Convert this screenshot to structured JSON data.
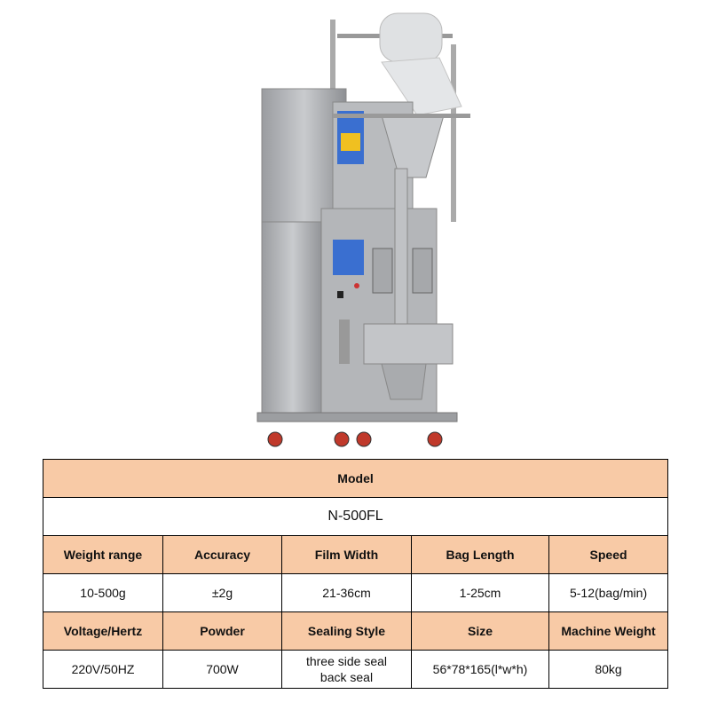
{
  "product": {
    "image_label": "packaging-machine"
  },
  "spec_table": {
    "model_header": "Model",
    "model_value": "N-500FL",
    "header_row_1": [
      "Weight range",
      "Accuracy",
      "Film Width",
      "Bag Length",
      "Speed"
    ],
    "value_row_1": [
      "10-500g",
      "±2g",
      "21-36cm",
      "1-25cm",
      "5-12(bag/min)"
    ],
    "header_row_2": [
      "Voltage/Hertz",
      "Powder",
      "Sealing Style",
      "Size",
      "Machine Weight"
    ],
    "value_row_2": [
      "220V/50HZ",
      "700W",
      "three side seal back seal",
      "56*78*165(l*w*h)",
      "80kg"
    ]
  },
  "colors": {
    "header_fill": "#f8caa6",
    "border": "#000000"
  }
}
